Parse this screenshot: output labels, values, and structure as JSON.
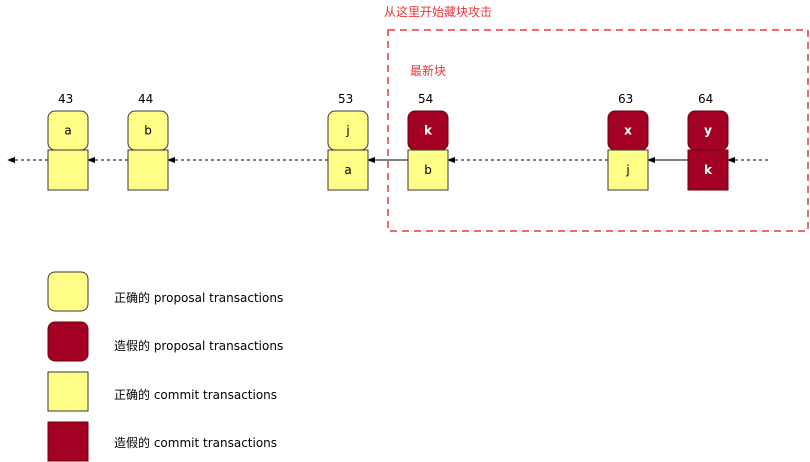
{
  "attack_region": {
    "title": "从这里开始藏块攻击",
    "latest_block_label": "最新块",
    "color": "#e8383d"
  },
  "colors": {
    "correct_fill": "#ffff88",
    "correct_stroke": "#36393d",
    "fake_fill": "#a20025",
    "fake_stroke": "#6f0000",
    "fake_text": "#ffffff"
  },
  "blocks": [
    {
      "number": "43",
      "proposal": {
        "label": "a",
        "kind": "correct"
      },
      "commit": {
        "label": "",
        "kind": "correct"
      }
    },
    {
      "number": "44",
      "proposal": {
        "label": "b",
        "kind": "correct"
      },
      "commit": {
        "label": "",
        "kind": "correct"
      }
    },
    {
      "number": "53",
      "proposal": {
        "label": "j",
        "kind": "correct"
      },
      "commit": {
        "label": "a",
        "kind": "correct"
      }
    },
    {
      "number": "54",
      "proposal": {
        "label": "k",
        "kind": "fake"
      },
      "commit": {
        "label": "b",
        "kind": "correct"
      }
    },
    {
      "number": "63",
      "proposal": {
        "label": "x",
        "kind": "fake"
      },
      "commit": {
        "label": "j",
        "kind": "correct"
      }
    },
    {
      "number": "64",
      "proposal": {
        "label": "y",
        "kind": "fake"
      },
      "commit": {
        "label": "k",
        "kind": "fake"
      }
    }
  ],
  "legend": [
    {
      "label": "正确的 proposal transactions",
      "shape": "rounded",
      "kind": "correct"
    },
    {
      "label": "造假的 proposal transactions",
      "shape": "rounded",
      "kind": "fake"
    },
    {
      "label": "正确的 commit transactions",
      "shape": "square",
      "kind": "correct"
    },
    {
      "label": "造假的 commit transactions",
      "shape": "square",
      "kind": "fake"
    }
  ]
}
